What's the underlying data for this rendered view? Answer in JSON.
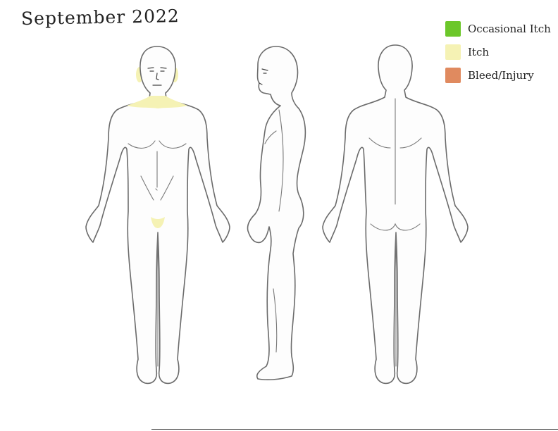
{
  "title": "September 2022",
  "legend": [
    {
      "label": "Occasional Itch",
      "color": "#6cc72a"
    },
    {
      "label": "Itch",
      "color": "#f5f2b4"
    },
    {
      "label": "Bleed/Injury",
      "color": "#e08a5f"
    }
  ],
  "marked_areas": [
    {
      "area": "neck-shoulders",
      "color": "#f5f2b4"
    },
    {
      "area": "ears",
      "color": "#f5f2b4"
    },
    {
      "area": "groin",
      "color": "#f5f2b4"
    }
  ]
}
